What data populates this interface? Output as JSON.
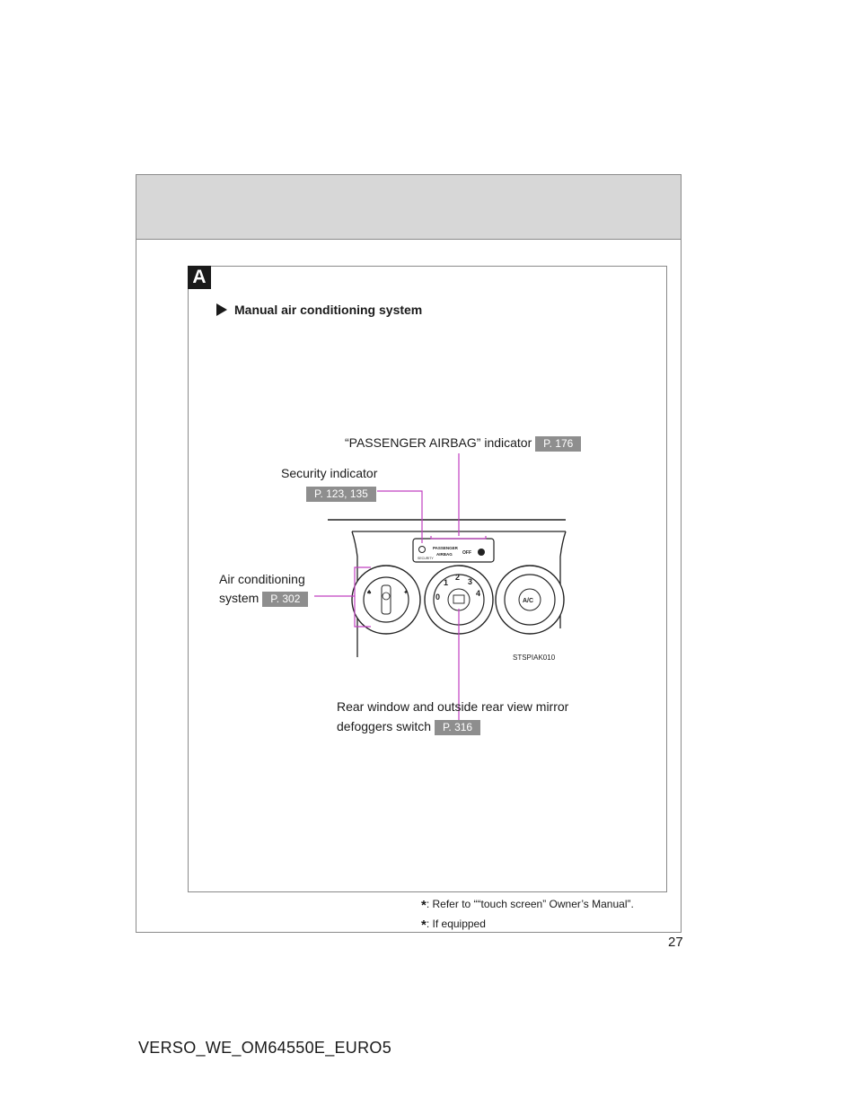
{
  "section": {
    "badge": "A",
    "title": "Manual air conditioning system"
  },
  "callouts": {
    "passenger_airbag": {
      "text": "“PASSENGER AIRBAG” indicator",
      "page": "P. 176"
    },
    "security": {
      "text": "Security indicator",
      "page": "P. 123, 135"
    },
    "air_conditioning": {
      "line1": "Air conditioning",
      "line2": "system",
      "page": "P. 302"
    },
    "defogger": {
      "line1": "Rear window and outside rear view mirror",
      "line2": "defoggers switch",
      "page": "P. 316"
    }
  },
  "diagram": {
    "code": "STSPIAK010",
    "panel_passenger": "PASSENGER",
    "panel_airbag": "AIRBAG",
    "panel_off": "OFF",
    "panel_security": "SECURITY",
    "dial_numbers": [
      "0",
      "1",
      "2",
      "3",
      "4"
    ],
    "ac_label": "A/C"
  },
  "footnotes": {
    "note1": ": Refer to ““touch screen” Owner’s Manual”.",
    "note2": ": If equipped"
  },
  "page_number": "27",
  "document_code": "VERSO_WE_OM64550E_EURO5",
  "colors": {
    "callout_line": "#c040c0",
    "page_ref_bg": "#8e8e8e",
    "header_bg": "#d7d7d7"
  }
}
